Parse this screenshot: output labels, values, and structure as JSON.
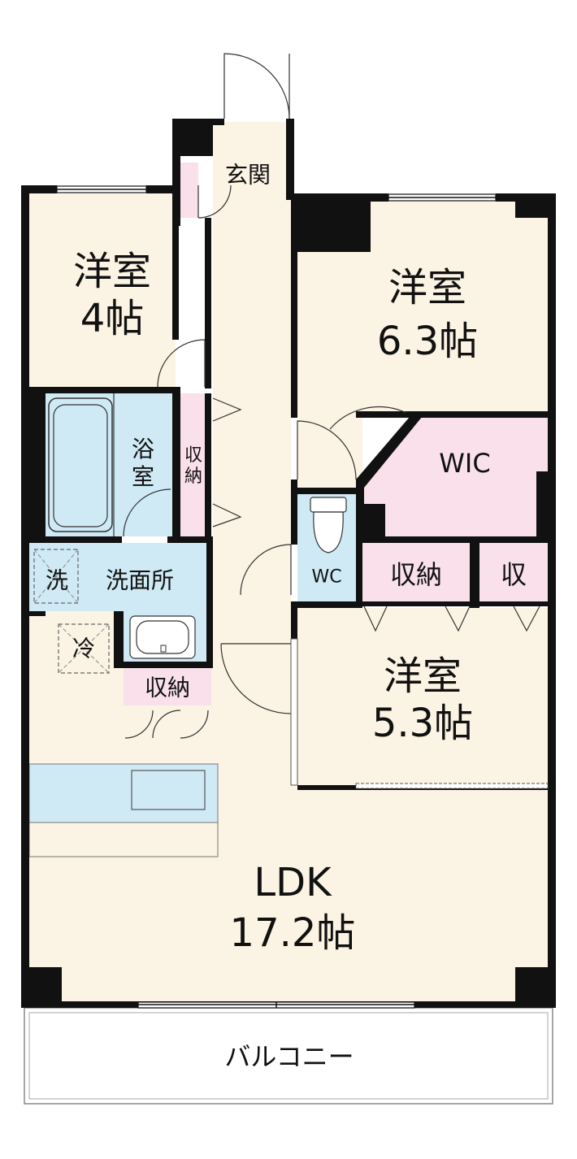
{
  "colors": {
    "floor": "#fbf3e3",
    "wet": "#cfeaf5",
    "storage": "#f9e0ea",
    "wall": "#111111",
    "balcony": "#ffffff"
  },
  "rooms": {
    "entrance": "玄関",
    "western4": {
      "name": "洋室",
      "size": "4帖"
    },
    "western63": {
      "name": "洋室",
      "size": "6.3帖"
    },
    "wic": "WIC",
    "bath": "浴室",
    "hall_storage": "収納",
    "wc": "WC",
    "storage_right1": "収納",
    "storage_right2": "収",
    "washroom": "洗面所",
    "washer": "洗",
    "fridge": "冷",
    "storage_kitchen": "収納",
    "western53": {
      "name": "洋室",
      "size": "5.3帖"
    },
    "ldk": {
      "name": "LDK",
      "size": "17.2帖"
    },
    "balcony": "バルコニー"
  }
}
